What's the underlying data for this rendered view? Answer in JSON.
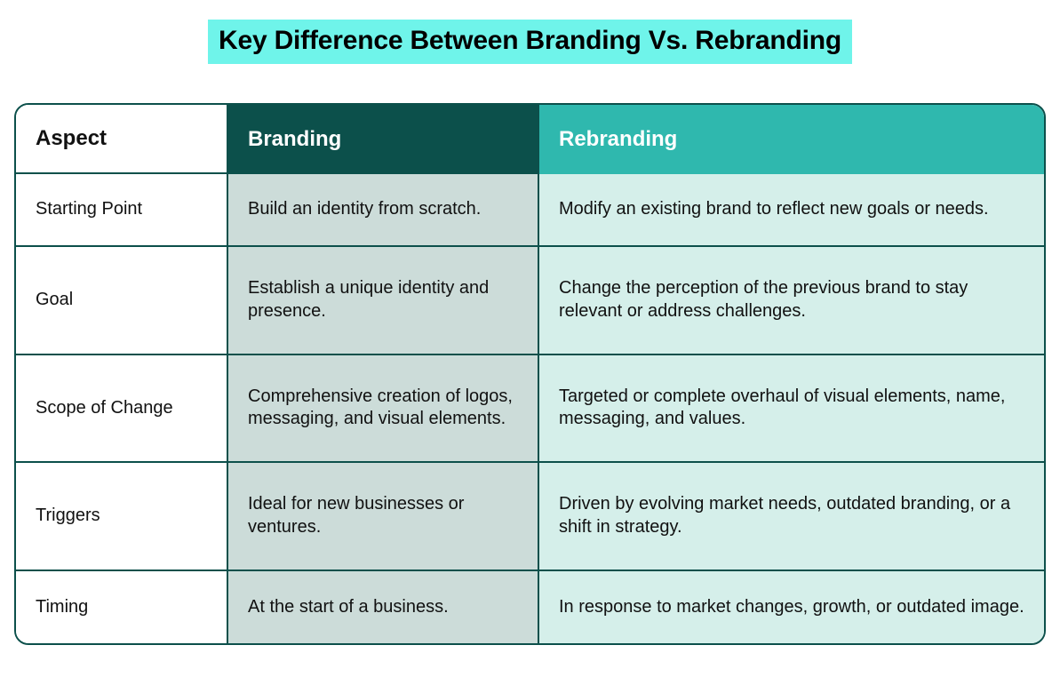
{
  "title": "Key Difference Between Branding Vs. Rebranding",
  "colors": {
    "title_highlight": "#6FF4EA",
    "header_branding_bg": "#0C504B",
    "header_rebranding_bg": "#2FB8AE",
    "branding_column_bg": "#CCDCD9",
    "rebranding_column_bg": "#D5EFEA",
    "border": "#0C504B",
    "text": "#111111"
  },
  "table": {
    "headers": {
      "aspect": "Aspect",
      "branding": "Branding",
      "rebranding": "Rebranding"
    },
    "rows": [
      {
        "aspect": "Starting Point",
        "branding": "Build an identity from scratch.",
        "rebranding": "Modify an existing brand to reflect new goals or needs."
      },
      {
        "aspect": "Goal",
        "branding": "Establish a unique identity and presence.",
        "rebranding": "Change the perception of the previous brand to stay relevant or address challenges."
      },
      {
        "aspect": "Scope of Change",
        "branding": "Comprehensive creation of logos, messaging, and visual elements.",
        "rebranding": "Targeted or complete overhaul of visual elements, name, messaging, and values."
      },
      {
        "aspect": "Triggers",
        "branding": "Ideal for new businesses or ventures.",
        "rebranding": "Driven by evolving market needs, outdated branding, or a shift in strategy."
      },
      {
        "aspect": "Timing",
        "branding": "At the start of a business.",
        "rebranding": "In response to market changes, growth, or outdated image."
      }
    ]
  }
}
